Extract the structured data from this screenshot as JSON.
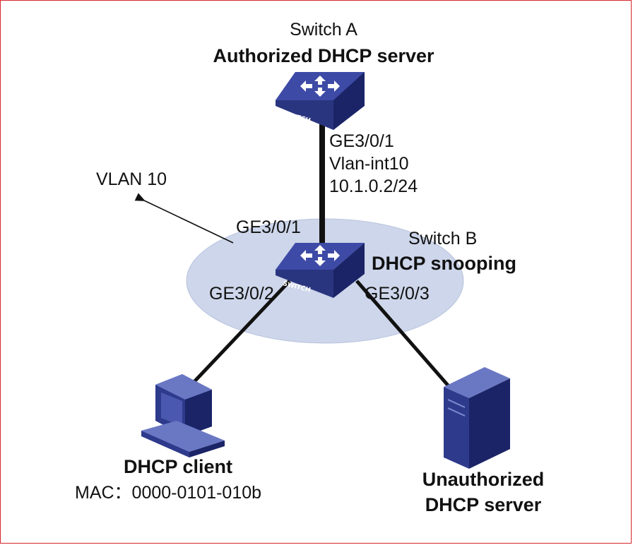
{
  "nodes": {
    "switch_a": {
      "name": "Switch A",
      "role": "Authorized DHCP server",
      "icon": "switch-icon",
      "badge": "SWITCH"
    },
    "switch_b": {
      "name": "Switch B",
      "role": "DHCP snooping",
      "icon": "switch-icon",
      "badge": "SWITCH"
    },
    "client": {
      "name": "DHCP client",
      "mac": "MAC：0000-0101-010b",
      "icon": "computer-icon"
    },
    "rogue_server": {
      "name_line1": "Unauthorized",
      "name_line2": "DHCP server",
      "icon": "server-icon"
    }
  },
  "vlan": {
    "label": "VLAN 10"
  },
  "links": {
    "a_b": {
      "a_port": "GE3/0/1",
      "a_iface": "Vlan-int10",
      "a_ip": "10.1.0.2/24",
      "b_port": "GE3/0/1"
    },
    "b_client": {
      "b_port": "GE3/0/2"
    },
    "b_server": {
      "b_port": "GE3/0/3"
    }
  },
  "colors": {
    "device": "#2e3a8c",
    "device_light": "#6a78c4",
    "device_dark": "#1a2266",
    "vlan_fill": "#cdd6ea",
    "link": "#111111",
    "border": "#d9262c"
  }
}
